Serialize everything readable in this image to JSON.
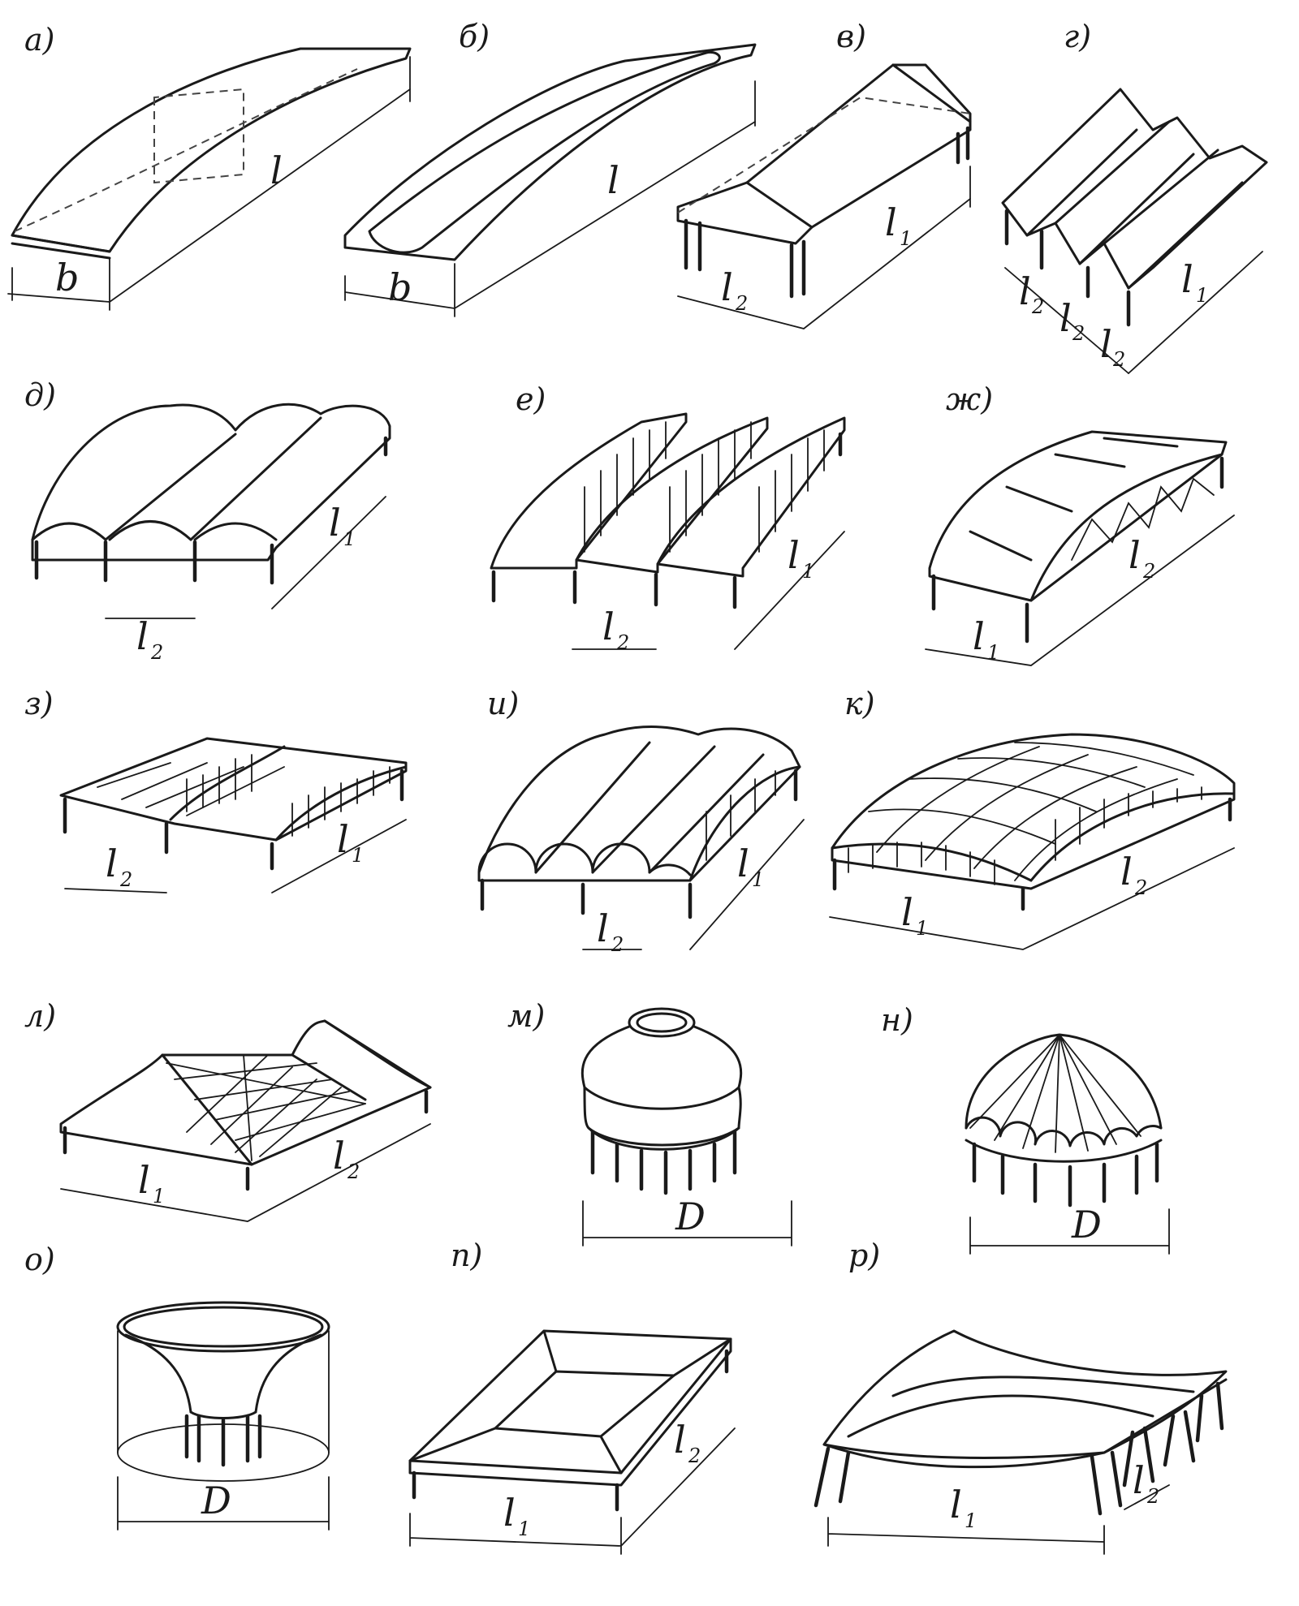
{
  "labels": {
    "a": "а)",
    "b": "б)",
    "v": "в)",
    "g": "г)",
    "d": "д)",
    "e": "е)",
    "zh": "ж)",
    "z": "з)",
    "i": "и)",
    "k": "к)",
    "l": "л)",
    "m": "м)",
    "n": "н)",
    "o": "о)",
    "p": "п)",
    "r": "р)"
  },
  "dims": {
    "b": "b",
    "l": "l",
    "D": "D",
    "l_sym": "l",
    "sub1": "1",
    "sub2": "2"
  }
}
